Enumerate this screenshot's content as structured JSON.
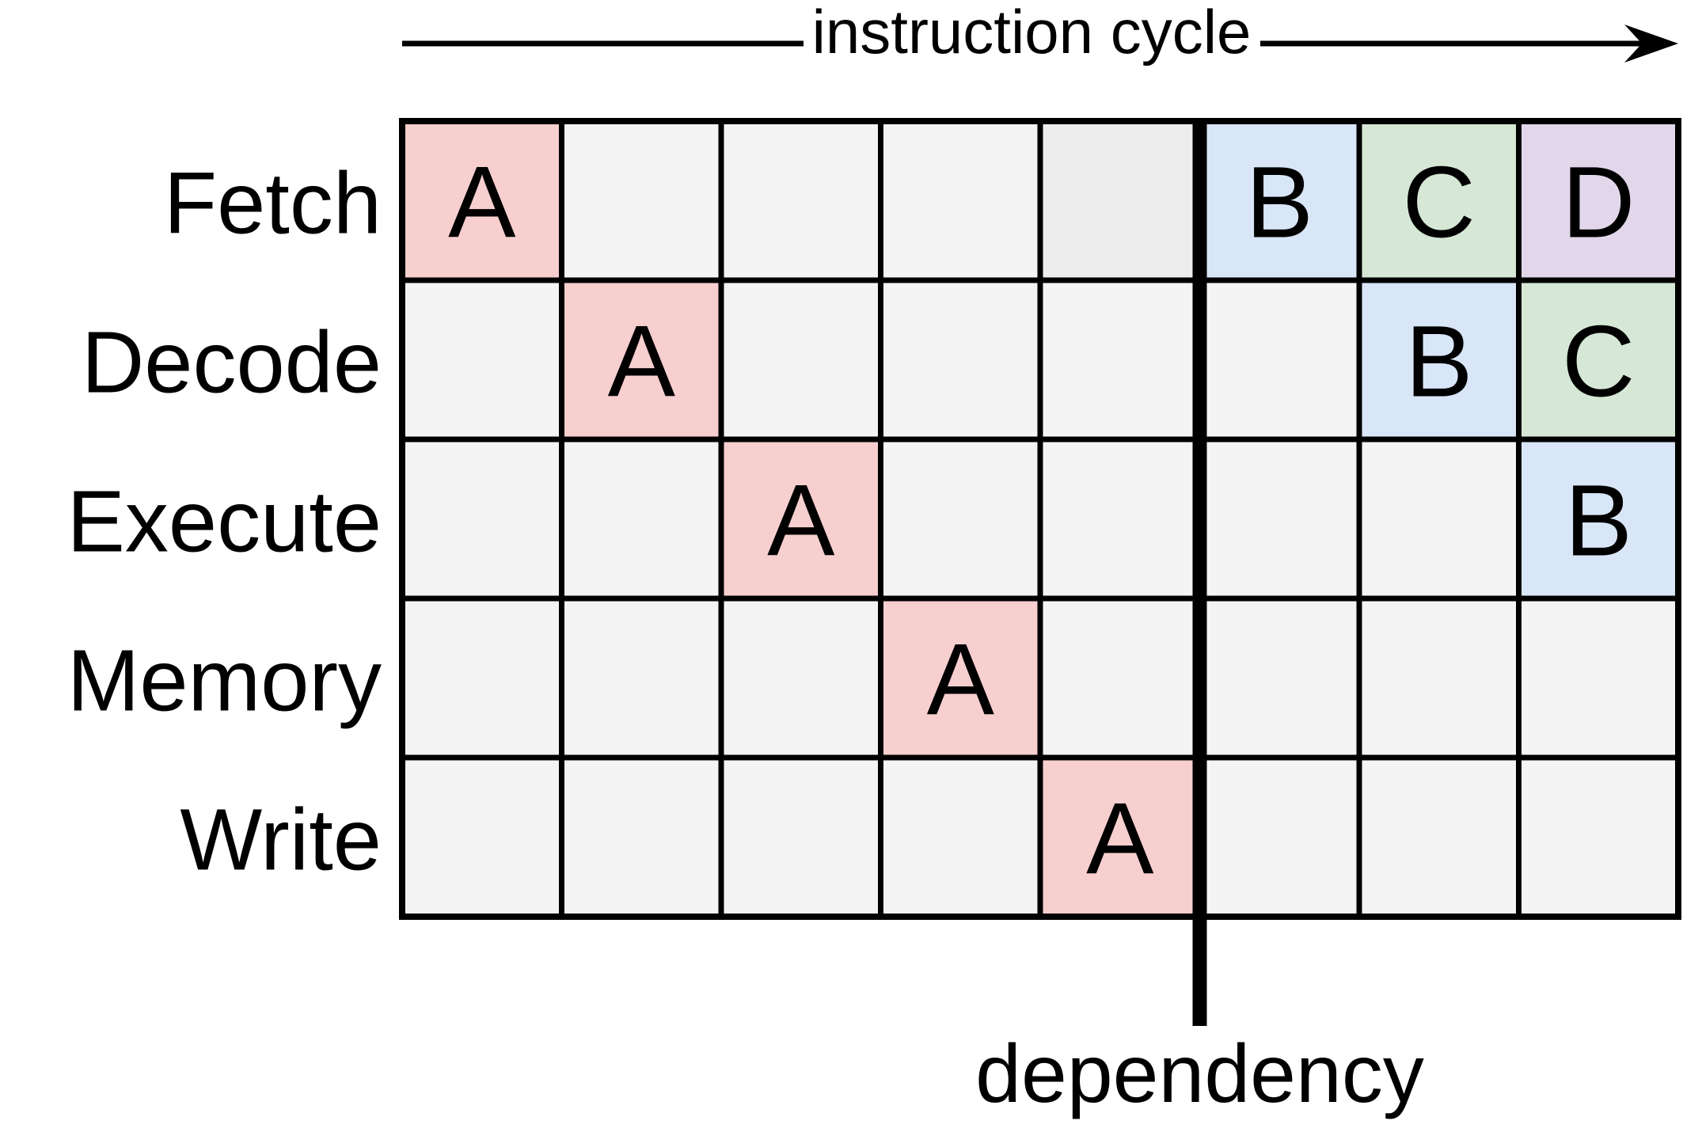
{
  "title_label": "instruction cycle",
  "stages": [
    "Fetch",
    "Decode",
    "Execute",
    "Memory",
    "Write"
  ],
  "dependency_label": "dependency",
  "cycle_count": 8,
  "dependency_after_cycle": 5,
  "grid": [
    [
      "A",
      "",
      "",
      "",
      "",
      "B",
      "C",
      "D"
    ],
    [
      "",
      "A",
      "",
      "",
      "",
      "",
      "B",
      "C"
    ],
    [
      "",
      "",
      "A",
      "",
      "",
      "",
      "",
      "B"
    ],
    [
      "",
      "",
      "",
      "A",
      "",
      "",
      "",
      ""
    ],
    [
      "",
      "",
      "",
      "",
      "A",
      "",
      "",
      ""
    ]
  ],
  "stall_cells": [
    [
      0,
      4
    ]
  ],
  "colors": {
    "empty": "#f4f4f4",
    "stall": "#ededed",
    "A": "#f7cfcf",
    "B": "#d9e6f8",
    "C": "#d6e8d5",
    "D": "#e2d7ea",
    "line": "#000000"
  }
}
